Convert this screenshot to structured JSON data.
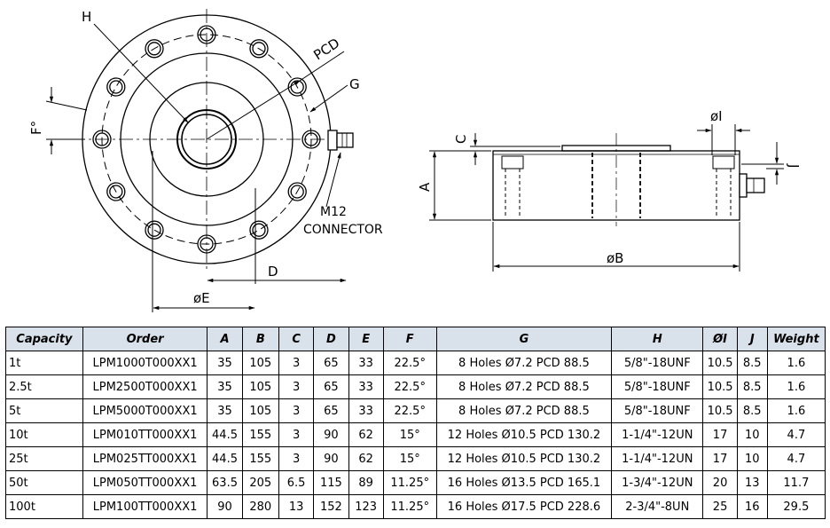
{
  "drawing": {
    "labels": {
      "h": "H",
      "pcd": "PCD",
      "g": "G",
      "f": "F°",
      "connector_line1": "M12",
      "connector_line2": "CONNECTOR",
      "d": "D",
      "e": "øE",
      "c": "C",
      "a": "A",
      "i": "øI",
      "j": "J",
      "b": "øB"
    }
  },
  "table": {
    "headers": [
      "Capacity",
      "Order",
      "A",
      "B",
      "C",
      "D",
      "E",
      "F",
      "G",
      "H",
      "ØI",
      "J",
      "Weight"
    ],
    "rows": [
      [
        "1t",
        "LPM1000T000XX1",
        "35",
        "105",
        "3",
        "65",
        "33",
        "22.5°",
        "8 Holes Ø7.2 PCD 88.5",
        "5/8\"-18UNF",
        "10.5",
        "8.5",
        "1.6"
      ],
      [
        "2.5t",
        "LPM2500T000XX1",
        "35",
        "105",
        "3",
        "65",
        "33",
        "22.5°",
        "8 Holes Ø7.2 PCD 88.5",
        "5/8\"-18UNF",
        "10.5",
        "8.5",
        "1.6"
      ],
      [
        "5t",
        "LPM5000T000XX1",
        "35",
        "105",
        "3",
        "65",
        "33",
        "22.5°",
        "8 Holes Ø7.2 PCD 88.5",
        "5/8\"-18UNF",
        "10.5",
        "8.5",
        "1.6"
      ],
      [
        "10t",
        "LPM010TT000XX1",
        "44.5",
        "155",
        "3",
        "90",
        "62",
        "15°",
        "12 Holes Ø10.5 PCD 130.2",
        "1-1/4\"-12UN",
        "17",
        "10",
        "4.7"
      ],
      [
        "25t",
        "LPM025TT000XX1",
        "44.5",
        "155",
        "3",
        "90",
        "62",
        "15°",
        "12 Holes Ø10.5 PCD 130.2",
        "1-1/4\"-12UN",
        "17",
        "10",
        "4.7"
      ],
      [
        "50t",
        "LPM050TT000XX1",
        "63.5",
        "205",
        "6.5",
        "115",
        "89",
        "11.25°",
        "16 Holes Ø13.5 PCD 165.1",
        "1-3/4\"-12UN",
        "20",
        "13",
        "11.7"
      ],
      [
        "100t",
        "LPM100TT000XX1",
        "90",
        "280",
        "13",
        "152",
        "123",
        "11.25°",
        "16 Holes Ø17.5 PCD 228.6",
        "2-3/4\"-8UN",
        "25",
        "16",
        "29.5"
      ]
    ]
  }
}
